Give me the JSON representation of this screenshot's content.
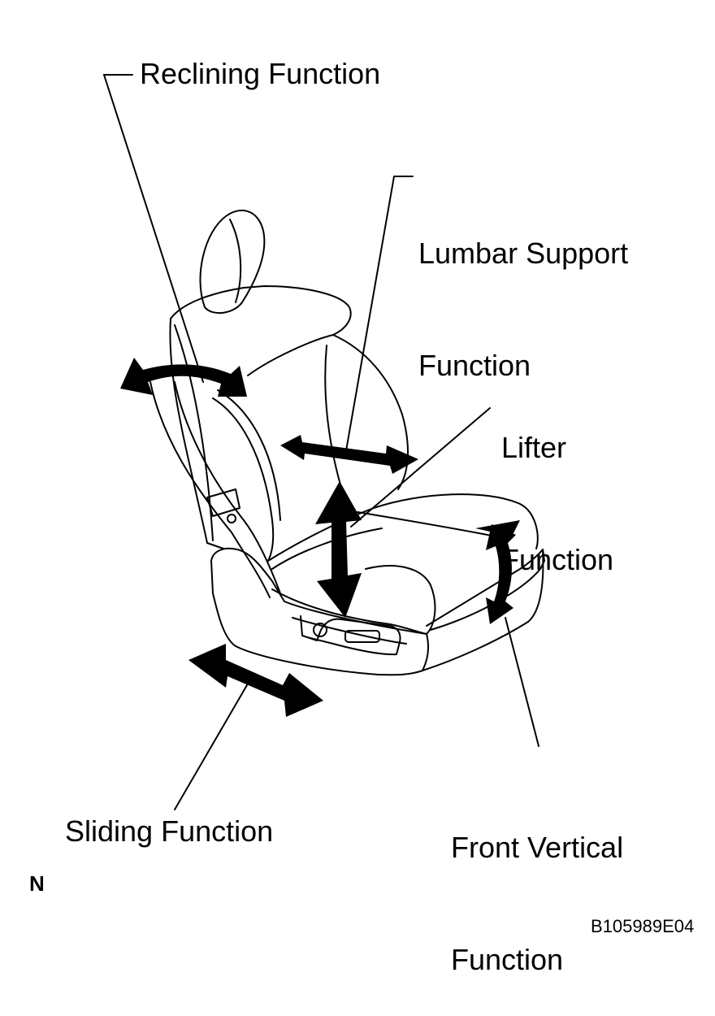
{
  "labels": {
    "reclining": "Reclining Function",
    "lumbar_1": "Lumbar Support",
    "lumbar_2": "Function",
    "lifter_1": "Lifter",
    "lifter_2": "Function",
    "front_vertical_1": "Front Vertical",
    "front_vertical_2": "Function",
    "sliding": "Sliding Function"
  },
  "corner_mark": "N",
  "figure_code": "B105989E04",
  "colors": {
    "ink": "#000000",
    "paper": "#ffffff"
  }
}
